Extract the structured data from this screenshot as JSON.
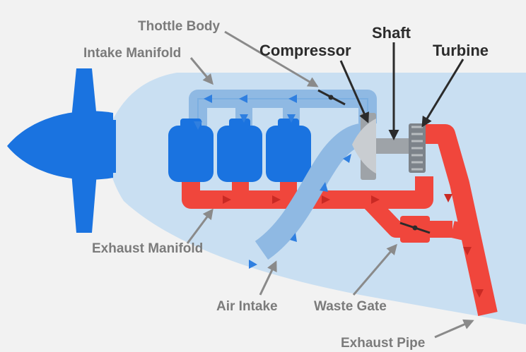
{
  "labels": {
    "throttle_body": "Thottle Body",
    "intake_manifold": "Intake Manifold",
    "compressor": "Compressor",
    "shaft": "Shaft",
    "turbine": "Turbine",
    "exhaust_manifold": "Exhaust Manifold",
    "air_intake": "Air Intake",
    "waste_gate": "Waste Gate",
    "exhaust_pipe": "Exhaust Pipe"
  },
  "colors": {
    "background": "#f2f2f2",
    "fuselage": "#c9dff2",
    "intake_air": "#8fb9e3",
    "engine_blue": "#1a73e0",
    "exhaust_red": "#f0463c",
    "metal_gray": "#9ea3a8",
    "label_gray": "#7b7b7b",
    "label_dark": "#2b2b2b"
  },
  "icons": {
    "propeller": "propeller-icon",
    "cylinder": "cylinder-icon"
  }
}
